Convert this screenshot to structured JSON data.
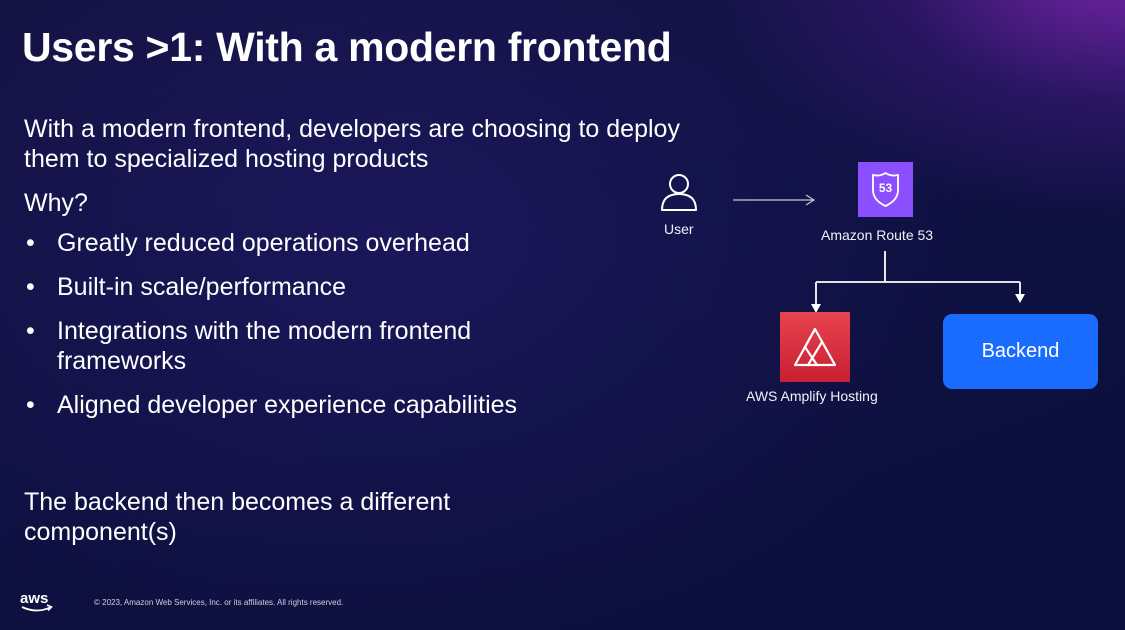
{
  "slide": {
    "title": "Users >1: With a modern frontend",
    "intro": "With a modern frontend, developers are choosing to deploy them to specialized hosting products",
    "why": "Why?",
    "bullets": [
      {
        "label": "Greatly reduced operations overhead"
      },
      {
        "label": "Built-in scale/performance"
      },
      {
        "label": "Integrations with the modern frontend frameworks"
      },
      {
        "label": "Aligned developer experience capabilities"
      }
    ],
    "bullet_glyph": "•",
    "outro": "The backend then becomes a different component(s)"
  },
  "diagram": {
    "user_label": "User",
    "route53_label": "Amazon Route 53",
    "route53_badge": "53",
    "amplify_label": "AWS Amplify Hosting",
    "backend_label": "Backend"
  },
  "footer": {
    "logo_text": "aws",
    "copyright": "© 2023, Amazon Web Services, Inc. or its affiliates. All rights reserved."
  },
  "colors": {
    "route53_purple": "#8c4fff",
    "amplify_red": "#dd344c",
    "backend_blue": "#1a6cff"
  }
}
